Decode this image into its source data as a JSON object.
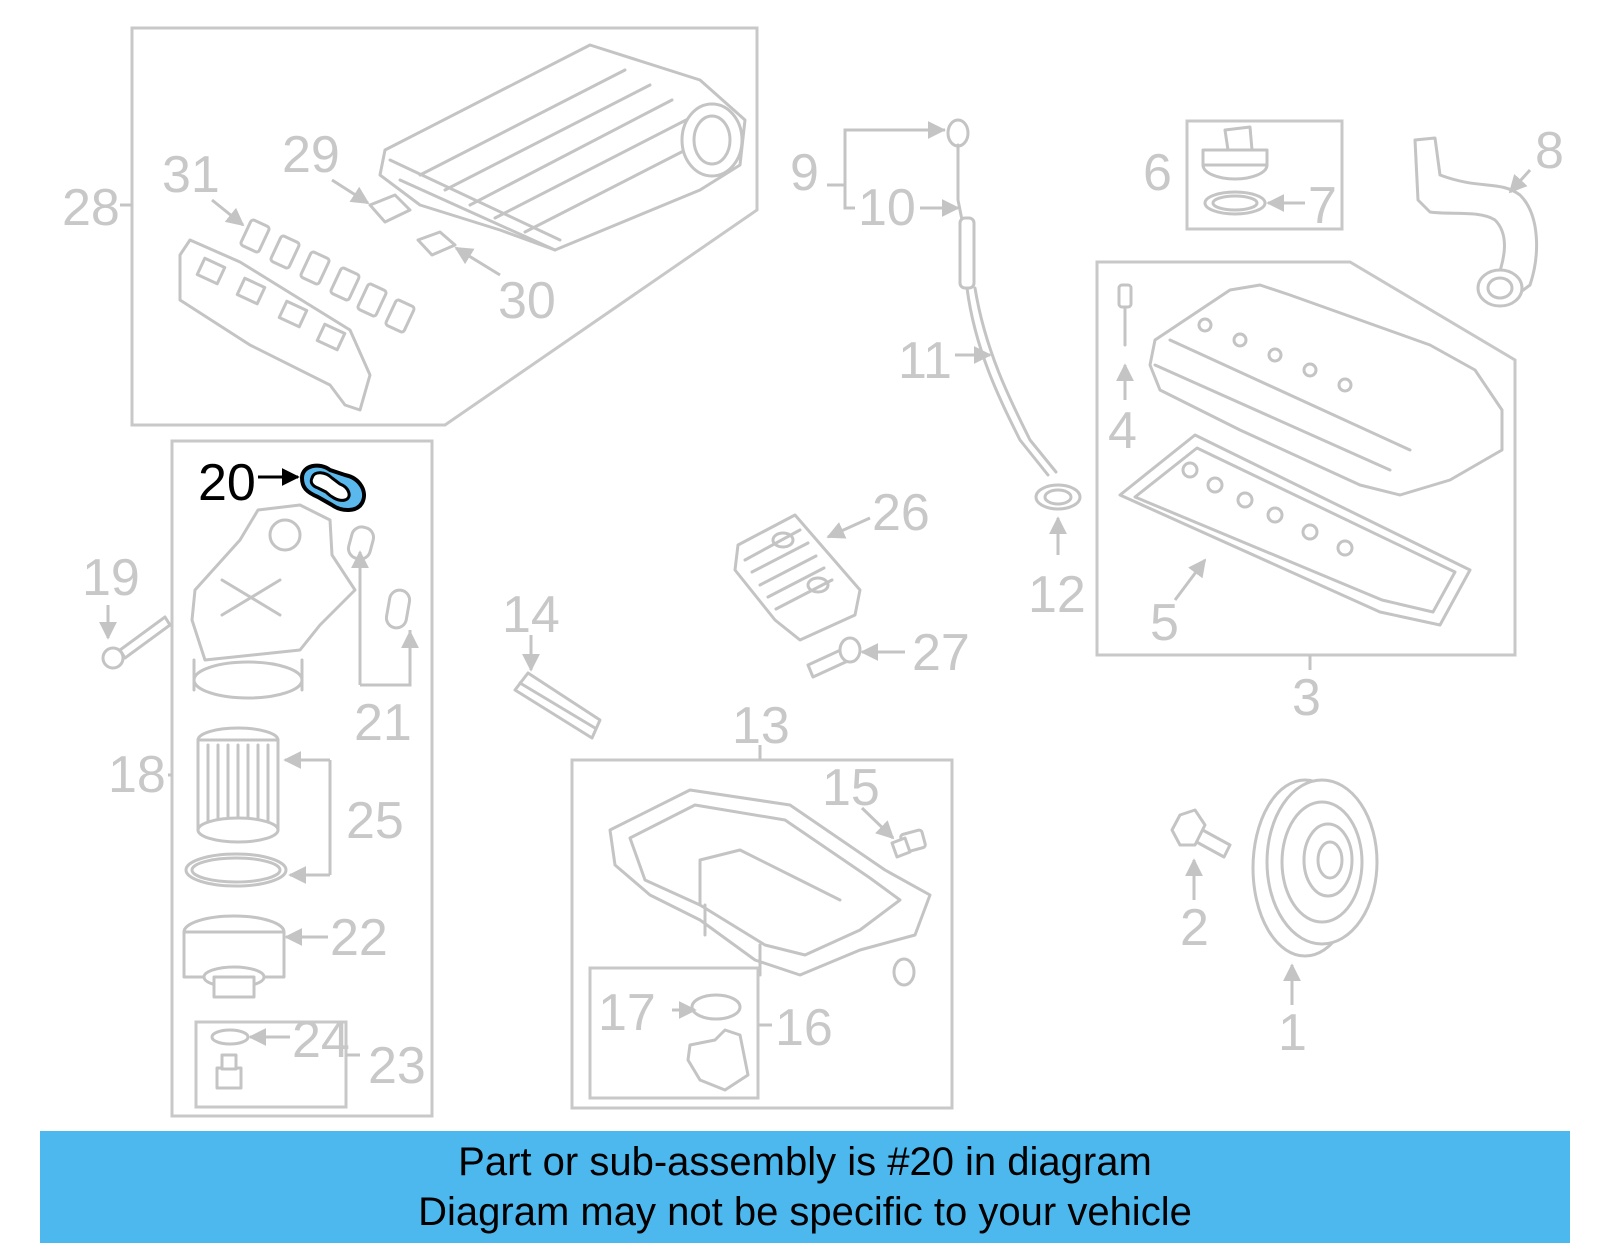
{
  "highlight_color": "#4db8ee",
  "highlighted_part": "20",
  "callouts": {
    "c1": "1",
    "c2": "2",
    "c3": "3",
    "c4": "4",
    "c5": "5",
    "c6": "6",
    "c7": "7",
    "c8": "8",
    "c9": "9",
    "c10": "10",
    "c11": "11",
    "c12": "12",
    "c13": "13",
    "c14": "14",
    "c15": "15",
    "c16": "16",
    "c17": "17",
    "c18": "18",
    "c19": "19",
    "c20": "20",
    "c21": "21",
    "c22": "22",
    "c23": "23",
    "c24": "24",
    "c25": "25",
    "c26": "26",
    "c27": "27",
    "c28": "28",
    "c29": "29",
    "c30": "30",
    "c31": "31"
  },
  "banner": {
    "line1": "Part or sub-assembly is #20 in diagram",
    "line2": "Diagram may not be specific to your vehicle"
  }
}
